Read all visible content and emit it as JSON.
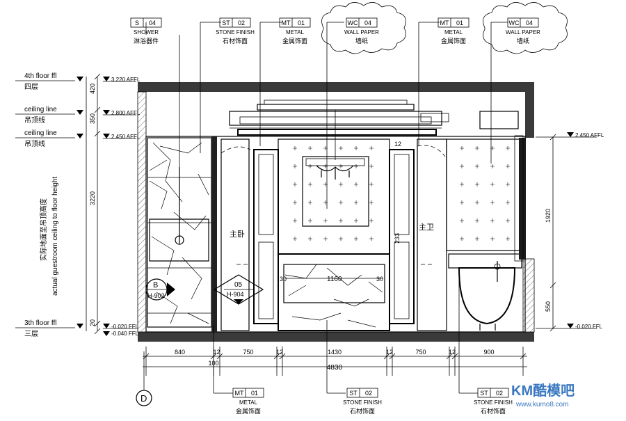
{
  "top_tags": [
    {
      "code": "S",
      "num": "04",
      "en": "SHOWER",
      "cn": "淋浴器件",
      "cloud": false
    },
    {
      "code": "ST",
      "num": "02",
      "en": "STONE FINISH",
      "cn": "石材饰面",
      "cloud": false
    },
    {
      "code": "MT",
      "num": "01",
      "en": "METAL",
      "cn": "金属饰面",
      "cloud": false
    },
    {
      "code": "WC",
      "num": "04",
      "en": "WALL PAPER",
      "cn": "墙纸",
      "cloud": true
    },
    {
      "code": "MT",
      "num": "01",
      "en": "METAL",
      "cn": "金属饰面",
      "cloud": false
    },
    {
      "code": "WC",
      "num": "04",
      "en": "WALL PAPER",
      "cn": "墙纸",
      "cloud": true
    }
  ],
  "bottom_tags": [
    {
      "code": "MT",
      "num": "01",
      "en": "METAL",
      "cn": "金属饰面"
    },
    {
      "code": "ST",
      "num": "02",
      "en": "STONE FINISH",
      "cn": "石材饰面"
    },
    {
      "code": "ST",
      "num": "02",
      "en": "STONE FINISH",
      "cn": "石材饰面"
    }
  ],
  "left_levels": [
    {
      "en": "4th floor ffl",
      "cn": "四层",
      "elev": "3.220 AFFL"
    },
    {
      "en": "ceiling line",
      "cn": "吊顶线",
      "elev": "2.800 AFFL"
    },
    {
      "en": "ceiling line",
      "cn": "吊顶线",
      "elev": "2.450 AFFL"
    },
    {
      "en": "3th floor ffl",
      "cn": "三层",
      "elev": "-0.020 FFL"
    }
  ],
  "left_extra_elev": "-0.040 FFL",
  "left_dims": [
    "420",
    "350",
    "3220",
    "20"
  ],
  "vertical_note_cn": "实际地面至吊顶高度",
  "vertical_note_en": "actual guestroom ceiling to floor height",
  "right_levels": [
    {
      "elev": "2.450 AFFL"
    },
    {
      "elev": "-0.020 FFL"
    }
  ],
  "right_dims": [
    "1920",
    "550"
  ],
  "bottom_dims": [
    "840",
    "12",
    "750",
    "12",
    "1430",
    "12",
    "750",
    "12",
    "900"
  ],
  "bottom_small": "100",
  "bottom_total": "4830",
  "inner_dims": [
    "1160",
    "30",
    "30",
    "12",
    "233"
  ],
  "detail_callouts": [
    {
      "num": "B",
      "sheet": "H-902"
    },
    {
      "num": "05",
      "sheet": "H-904"
    }
  ],
  "grid_label": "D",
  "room_labels": [
    "主卧",
    "主卫"
  ],
  "watermark_main": "KM酷模吧",
  "watermark_sub": "www.kumo8.com"
}
